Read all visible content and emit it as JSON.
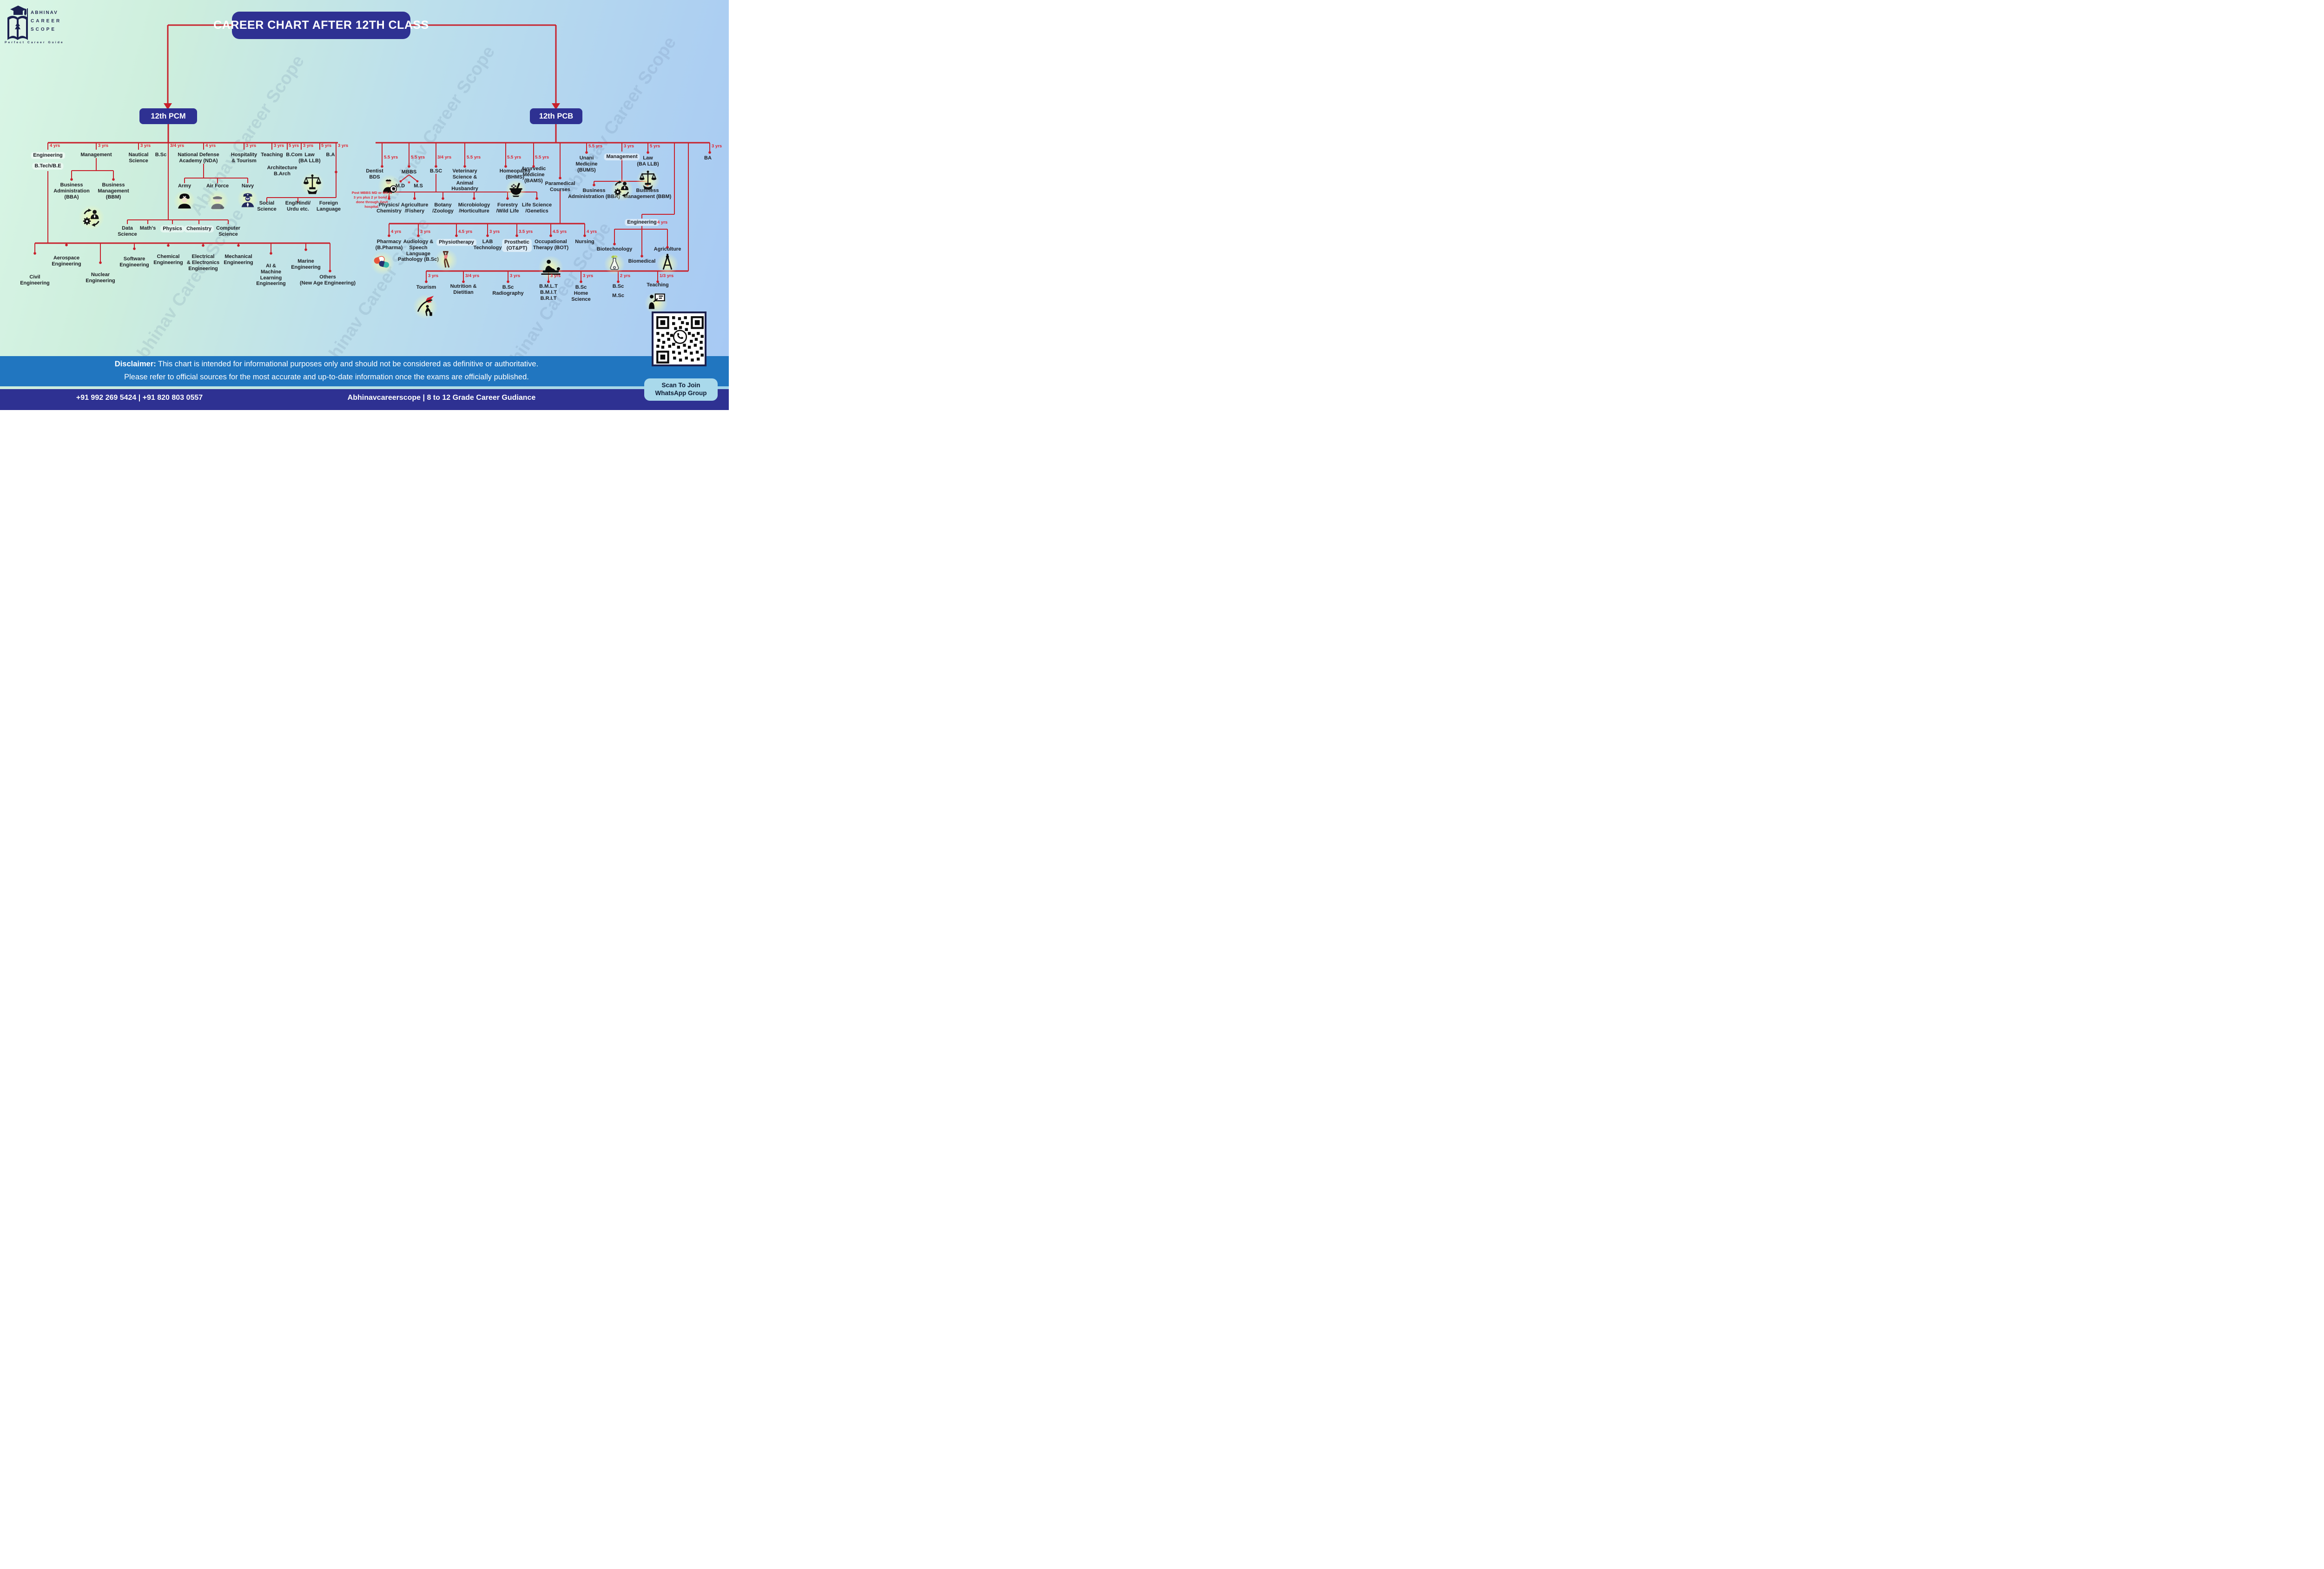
{
  "brand": {
    "line1": "ABHINAV",
    "line2": "CAREER",
    "line3": "SCOPE",
    "tagline": "Perfect Career Guide"
  },
  "title": "CAREER CHART AFTER 12TH CLASS",
  "watermark": "Abhinav Career Scope",
  "pcm": {
    "badge": "12th PCM",
    "engineering": {
      "label": "Engineering",
      "sub": "B.Tech/B.E",
      "years": "4 yrs"
    },
    "management": {
      "label": "Management",
      "years": "3 yrs",
      "children": {
        "bba": "Business\nAdministration\n(BBA)",
        "bbm": "Business\nManagement\n(BBM)"
      }
    },
    "nautical": {
      "label": "Nautical\nScience",
      "years": "3 yrs"
    },
    "bsc": {
      "label": "B.Sc",
      "years": "3/4 yrs",
      "children": {
        "data": "Data\nScience",
        "maths": "Math's",
        "physics": "Physics",
        "chemistry": "Chemistry",
        "cs": "Computer\nScience"
      }
    },
    "nda": {
      "label": "National Defense\nAcademy (NDA)",
      "years": "4 yrs",
      "children": {
        "army": "Army",
        "airforce": "Air Force",
        "navy": "Navy"
      }
    },
    "hospitality": {
      "label": "Hospitality\n& Tourism",
      "years": "3 yrs"
    },
    "teaching": {
      "label": "Teaching",
      "years": "3 yrs"
    },
    "architecture": {
      "label": "Architecture\nB.Arch",
      "years": "5 yrs"
    },
    "bcom": {
      "label": "B.Com",
      "years": "3 yrs"
    },
    "law": {
      "label": "Law\n(BA LLB)",
      "years": "5 yrs"
    },
    "ba": {
      "label": "B.A",
      "years": "3 yrs",
      "children": {
        "social": "Social\nScience",
        "lang": "Eng/Hindi/\nUrdu etc.",
        "foreign": "Foreign\nLanguage"
      }
    },
    "bottom": {
      "civil": "Civil\nEngineering",
      "aerospace": "Aerospace\nEngineering",
      "nuclear": "Nuclear\nEngineering",
      "software": "Software\nEngineering",
      "chemical": "Chemical\nEngineering",
      "electrical": "Electrical\n& Electronics\nEngineering",
      "mechanical": "Mechanical\nEngineering",
      "aiml": "AI &\nMachine\nLearning\nEngineering",
      "marine": "Marine\nEngineering",
      "others": "Others\n(New Age Engineering)"
    }
  },
  "pcb": {
    "badge": "12th PCB",
    "dentist": {
      "label": "Dentist\nBDS",
      "years": "5.5 yrs"
    },
    "mbbs": {
      "label": "MBBS",
      "years": "5.5 yrs",
      "md": "M.D",
      "ms": "M.S",
      "asterisk": "*",
      "note": "Post MBBS MD or MS is\n3 yrs plus 2 yr bond if\ndone through Govt\nhospital."
    },
    "bsc": {
      "label": "B.SC",
      "years": "3/4 yrs",
      "children": {
        "phychem": "Physics/\nChemistry",
        "agri": "Agriculture\n/Fishery",
        "botany": "Botany\n/Zoology",
        "micro": "Microbiology\n/Horticulture",
        "forestry": "Forestry\n/Wild Life",
        "lifesci": "Life Science\n/Genetics"
      }
    },
    "veterinary": {
      "label": "Veterinary\nScience &\nAnimal\nHusbandry",
      "years": "5.5 yrs"
    },
    "homeopathy": {
      "label": "Homeopathy\n(BHMS)",
      "years": "5.5 yrs"
    },
    "ayurvedic": {
      "label": "Ayurvedic\nMedicine\n(BAMS)",
      "years": "5.5 yrs"
    },
    "paramedical": {
      "label": "Paramedical\nCourses",
      "children": {
        "pharmacy": {
          "label": "Pharmacy\n(B.Pharma)",
          "years": "4 yrs"
        },
        "audiology": {
          "label": "Audiology &\nSpeech\nLanguage\nPathology (B.Sc)",
          "years": "3 yrs"
        },
        "physiotherapy": {
          "label": "Physiotherapy",
          "years": "4.5 yrs"
        },
        "lab": {
          "label": "LAB\nTechnology",
          "years": "3 yrs"
        },
        "prosthetic": {
          "label": "Prosthetic\n(OT&PT)",
          "years": "3.5 yrs"
        },
        "occupational": {
          "label": "Occupational\nTherapy (BOT)",
          "years": "4.5 yrs"
        },
        "nursing": {
          "label": "Nursing",
          "years": "4 yrs"
        }
      }
    },
    "unani": {
      "label": "Unani\nMedicine\n(BUMS)",
      "years": "5.5 yrs"
    },
    "management": {
      "label": "Management",
      "years": "3 yrs",
      "children": {
        "bba": "Business\nAdministration (BBA)",
        "bbm": "Business\nManagement (BBM)"
      }
    },
    "law": {
      "label": "Law\n(BA LLB)",
      "years": "5 yrs"
    },
    "ba": {
      "label": "BA",
      "years": "3 yrs"
    },
    "engineering": {
      "label": "Engineering",
      "years": "4 yrs",
      "children": {
        "biotech": "Biotechnology",
        "biomedical": "Biomedical",
        "agriculture": "Agriculture"
      }
    },
    "bottom": {
      "tourism": {
        "label": "Tourism",
        "years": "3 yrs"
      },
      "nutrition": {
        "label": "Nutrition &\nDietitian",
        "years": "3/4 yrs"
      },
      "radiography": {
        "label": "B.Sc\nRadiography",
        "years": "3 yrs"
      },
      "bmlt": {
        "label": "B.M.L.T\nB.M.I.T\nB.R.I.T",
        "years": "3 yrs"
      },
      "homescience": {
        "label": "B.Sc\nHome\nScience",
        "years": "3 yrs"
      },
      "bscmsc": {
        "label": "B.Sc",
        "label2": "M.Sc",
        "years": "2 yrs"
      },
      "teaching": {
        "label": "Teaching",
        "years": "1/3 yrs"
      }
    }
  },
  "footer": {
    "disclaimer_label": "Disclaimer:",
    "disclaimer_line1": " This chart is intended for informational purposes only and should not be considered as definitive or authoritative.",
    "disclaimer_line2": "Please refer to official sources for the most accurate and up-to-date information once the exams are officially published.",
    "phones": "+91 992 269 5424 | +91 820 803 0557",
    "site": "Abhinavcareerscope | 8 to 12 Grade Career Gudiance",
    "scan": "Scan To Join\nWhatsApp Group"
  },
  "colors": {
    "accent_red": "#c8202b",
    "badge_blue": "#2e3192",
    "disclaimer_blue": "#2176c0",
    "scan_card": "#a9d9eb"
  }
}
